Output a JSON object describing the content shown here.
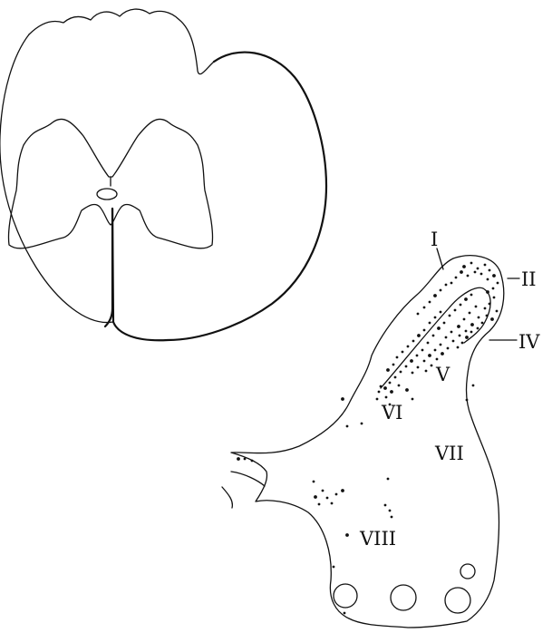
{
  "labels": {
    "i": "I",
    "ii": "II",
    "iv": "IV",
    "v": "V",
    "vi": "VI",
    "vii": "VII",
    "viii": "VIII"
  },
  "colors": {
    "ink": "#111111",
    "background": "#ffffff"
  }
}
